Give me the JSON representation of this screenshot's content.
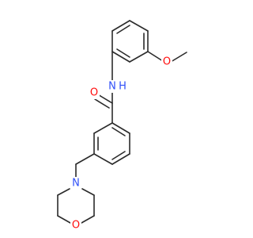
{
  "molecule": {
    "colors": {
      "bond": "#2b2b2b",
      "oxygen": "#ff0d0d",
      "nitrogen": "#3050f8",
      "background": "#ffffff"
    },
    "atom_labels": {
      "methoxy_oxygen": "O",
      "carbonyl_oxygen": "O",
      "amide_nitrogen": "N",
      "amide_hydrogen": "H",
      "morpholine_nitrogen": "N",
      "morpholine_oxygen": "O"
    }
  }
}
